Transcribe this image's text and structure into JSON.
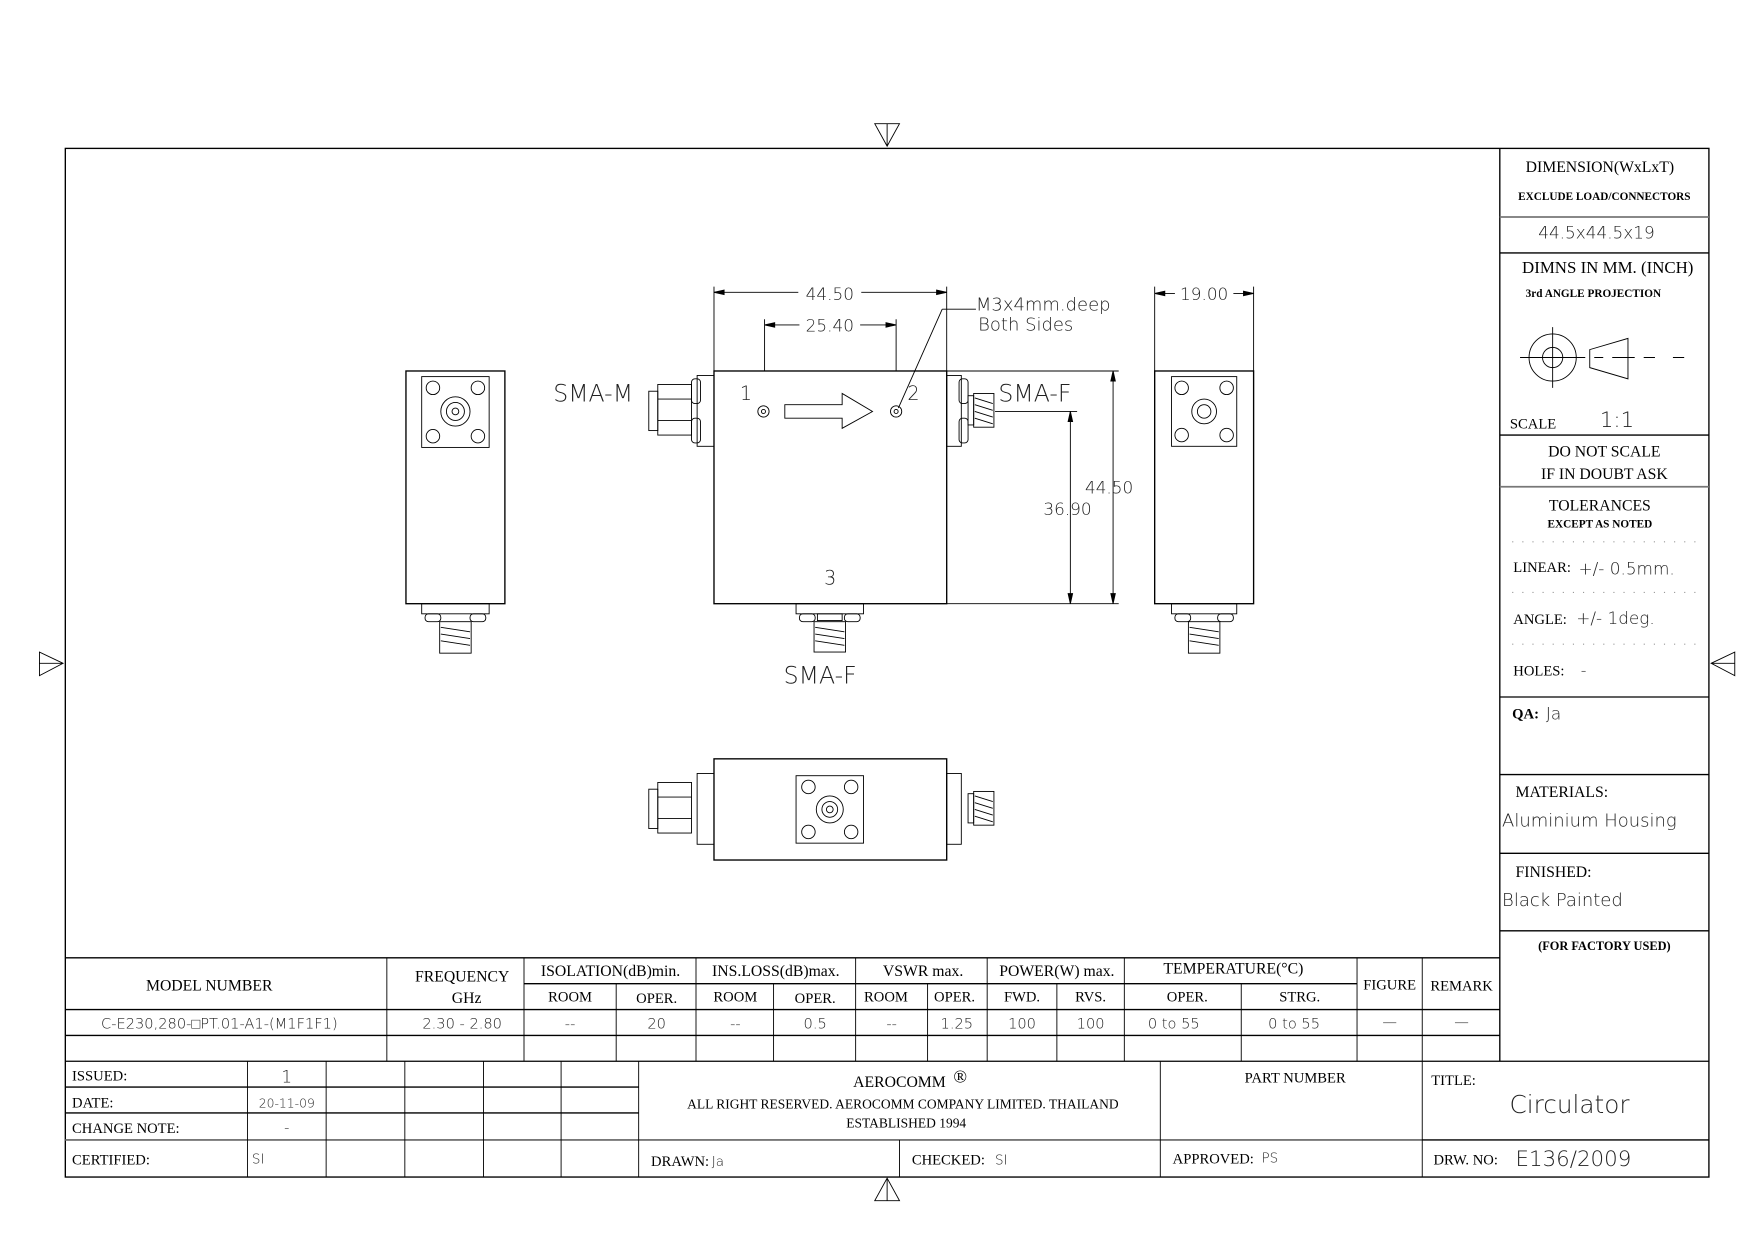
{
  "drawing": {
    "dims": {
      "width_top": "44.50",
      "hole_spacing": "25.40",
      "thread_note_1": "M3x4mm.deep",
      "thread_note_2": "Both Sides",
      "height": "44.50",
      "port_height": "36.90",
      "thickness": "19.00"
    },
    "ports": {
      "p1": "1",
      "p2": "2",
      "p3": "3"
    },
    "connectors": {
      "left": "SMA-M",
      "right": "SMA-F",
      "bottom": "SMA-F"
    }
  },
  "side_panel": {
    "dimension_title": "DIMENSION(WxLxT)",
    "dimension_sub": "EXCLUDE LOAD/CONNECTORS",
    "dimension_value": "44.5x44.5x19",
    "dimns": "DIMNS IN MM. (INCH)",
    "projection": "3rd ANGLE PROJECTION",
    "scale_label": "SCALE",
    "scale_value": "1:1",
    "no_scale_1": "DO NOT SCALE",
    "no_scale_2": "IF IN DOUBT ASK",
    "tolerances": "TOLERANCES",
    "tolerances_sub": "EXCEPT AS NOTED",
    "linear_label": "LINEAR:",
    "linear_value": "+/-  0.5mm.",
    "angle_label": "ANGLE:",
    "angle_value": "+/-  1deg.",
    "holes_label": "HOLES:",
    "holes_value": "-",
    "qa_label": "QA:",
    "qa_value": "Ja",
    "materials_label": "MATERIALS:",
    "materials_value": "Aluminium Housing",
    "finished_label": "FINISHED:",
    "finished_value": "Black Painted",
    "factory": "(FOR FACTORY USED)"
  },
  "spec_table": {
    "headers": {
      "model": "MODEL NUMBER",
      "freq_1": "FREQUENCY",
      "freq_2": "GHz",
      "isolation": "ISOLATION(dB)min.",
      "insloss": "INS.LOSS(dB)max.",
      "vswr": "VSWR  max.",
      "power": "POWER(W)  max.",
      "temperature": "TEMPERATURE(°C)",
      "figure": "FIGURE",
      "remark": "REMARK"
    },
    "subheaders": [
      "ROOM",
      "OPER.",
      "ROOM",
      "OPER.",
      "ROOM",
      "OPER.",
      "FWD.",
      "RVS.",
      "OPER.",
      "STRG."
    ],
    "row": [
      "C-E230,280-□PT.01-A1-(M1F1F1)",
      "2.30  -  2.80",
      "--",
      "20",
      "--",
      "0.5",
      "--",
      "1.25",
      "100",
      "100",
      "0 to 55",
      "0 to 55",
      "—",
      "—"
    ]
  },
  "title_block": {
    "issued_label": "ISSUED:",
    "issued_value": "1",
    "date_label": "DATE:",
    "date_value": "20-11-09",
    "change_label": "CHANGE  NOTE:",
    "change_value": "-",
    "certified_label": "CERTIFIED:",
    "certified_value": "SI",
    "company": "AEROCOMM",
    "company_mark": "®",
    "rights": "ALL  RIGHT  RESERVED.  AEROCOMM  COMPANY  LIMITED.  THAILAND",
    "established": "ESTABLISHED 1994",
    "part_number_label": "PART  NUMBER",
    "title_label": "TITLE:",
    "title_value": "Circulator",
    "drawn_label": "DRAWN:",
    "drawn_value": "Ja",
    "checked_label": "CHECKED:",
    "checked_value": "SI",
    "approved_label": "APPROVED:",
    "approved_value": "PS",
    "drw_no_label": "DRW.  NO:",
    "drw_no_value": "E136/2009"
  }
}
